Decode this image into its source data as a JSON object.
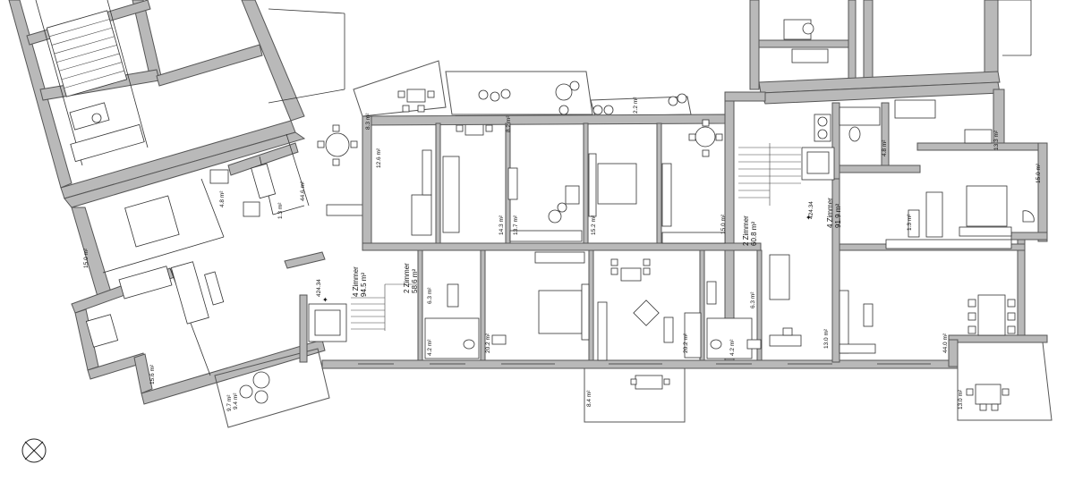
{
  "plan": {
    "areas": {
      "a_94": "9.4 m²",
      "a_83": "8.3 m²",
      "a_126": "12.6 m²",
      "a_82": "8.2 m²",
      "a_143": "14.3 m²",
      "a_137": "13.7 m²",
      "a_152": "15.2 m²",
      "a_22": "2.2 m²",
      "a_150_mid": "15.0 m²",
      "a_48_left": "4.8 m²",
      "a_13_left": "1.3 m²",
      "a_446": "44.6 m²",
      "a_150_left": "15.0 m²",
      "a_156": "15.6 m²",
      "a_97": "9.7 m²",
      "a_63_left": "6.3 m²",
      "a_42_left": "4.2 m²",
      "a_202_left": "20.2 m²",
      "a_84": "8.4 m²",
      "a_202_right": "20.2 m²",
      "a_63_right": "6.3 m²",
      "a_42_right": "4.2 m²",
      "a_130_mid": "13.0 m²",
      "a_440": "44.0 m²",
      "a_130_bal": "13.0 m²",
      "a_133": "13.3 m²",
      "a_48_right": "4.8 m²",
      "a_150_right": "15.0 m²",
      "a_13_right": "1.3 m²"
    },
    "units": {
      "u1_name": "4 Zimmer",
      "u1_area": "94.5 m²",
      "u1_level": "424.34",
      "u2_name": "2 Zimmer",
      "u2_area": "58.6 m²",
      "u3_name": "2 Zimmer",
      "u3_area": "60.8 m²",
      "u4_name": "4 Zimmer",
      "u4_area": "91.9 m²",
      "u4_level": "424.34"
    }
  }
}
